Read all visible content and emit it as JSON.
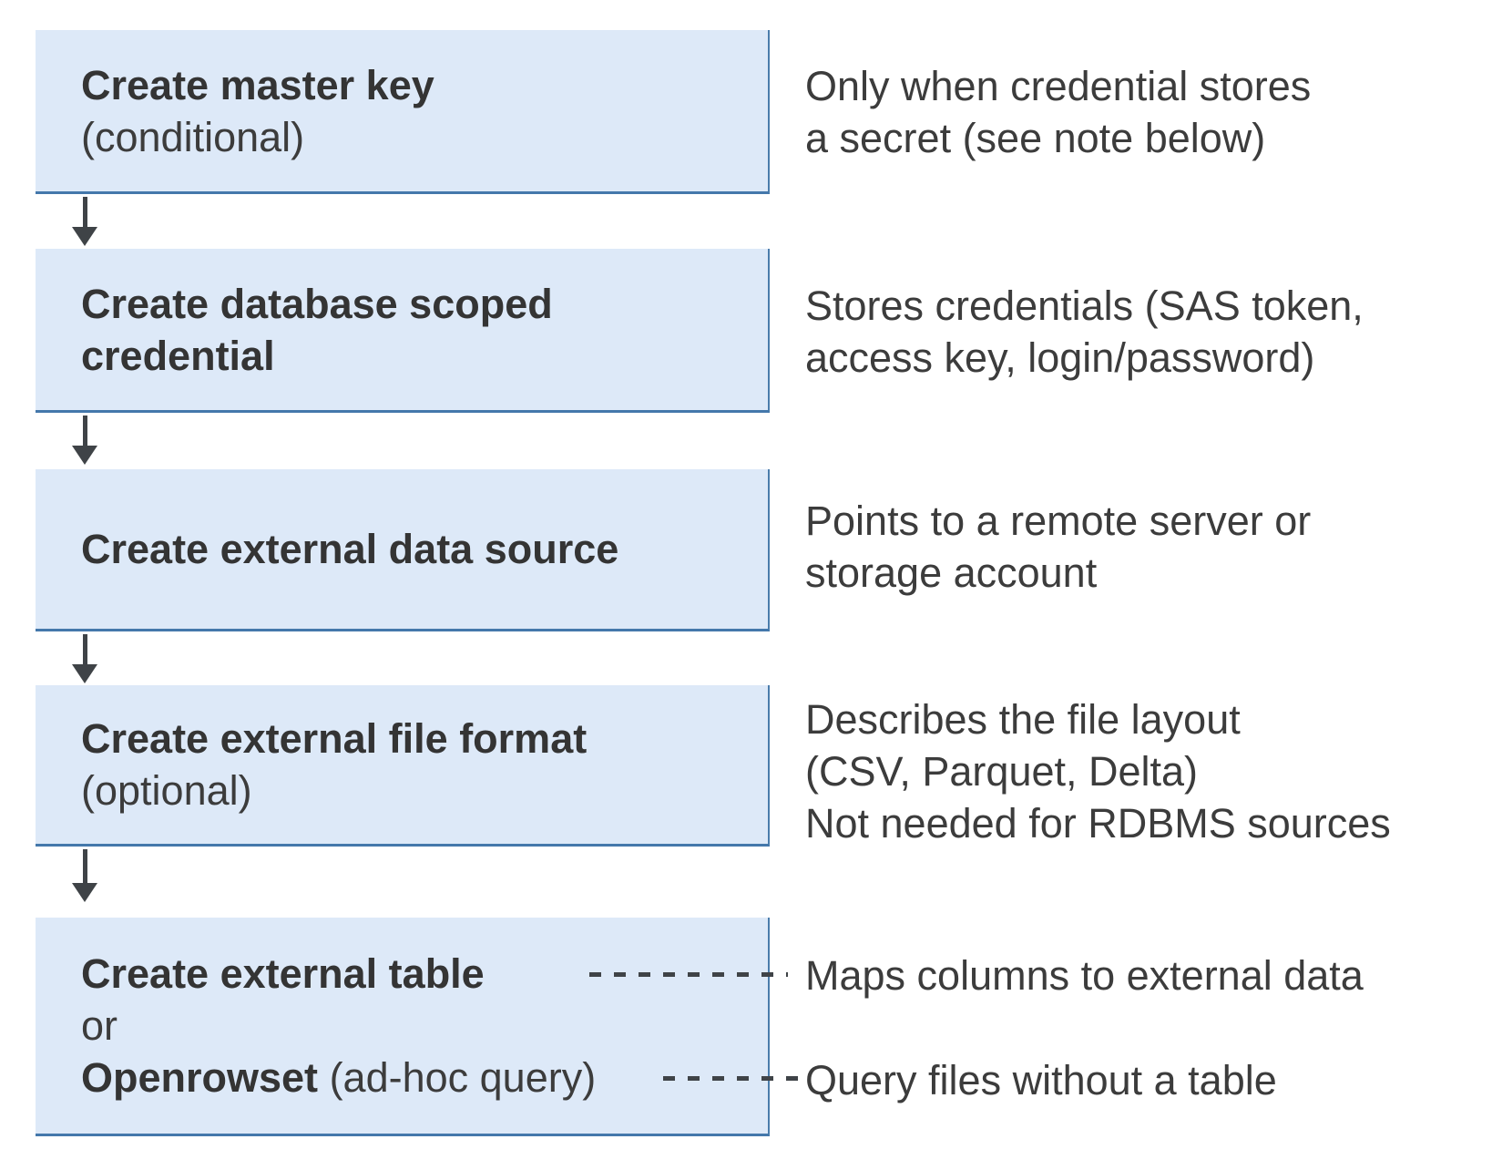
{
  "diagram": {
    "colors": {
      "background": "#ffffff",
      "box_fill": "#dde9f8",
      "box_border": "#4478ab",
      "arrow_and_dash": "#3f4347",
      "title_text": "#343434",
      "note_text": "#3c3c3c"
    },
    "steps": [
      {
        "title": "Create master key",
        "subtitle": "(conditional)",
        "note_lines": [
          "Only when credential stores",
          "a secret (see note below)"
        ]
      },
      {
        "title_lines": [
          "Create database scoped",
          "credential"
        ],
        "note_lines": [
          "Stores credentials (SAS token,",
          "access key, login/password)"
        ]
      },
      {
        "title": "Create external data source",
        "note_lines": [
          "Points to a remote server or",
          "storage account"
        ]
      },
      {
        "title": "Create external file format",
        "subtitle": "(optional)",
        "note_lines": [
          "Describes the file layout",
          "(CSV, Parquet, Delta)",
          "Not needed for RDBMS sources"
        ]
      },
      {
        "title": "Create external table",
        "or_label": "or",
        "alt_title_bold": "Openrowset",
        "alt_title_rest": "(ad-hoc query)",
        "note_table": "Maps columns to external data",
        "note_openrowset": "Query files without a table"
      }
    ]
  }
}
